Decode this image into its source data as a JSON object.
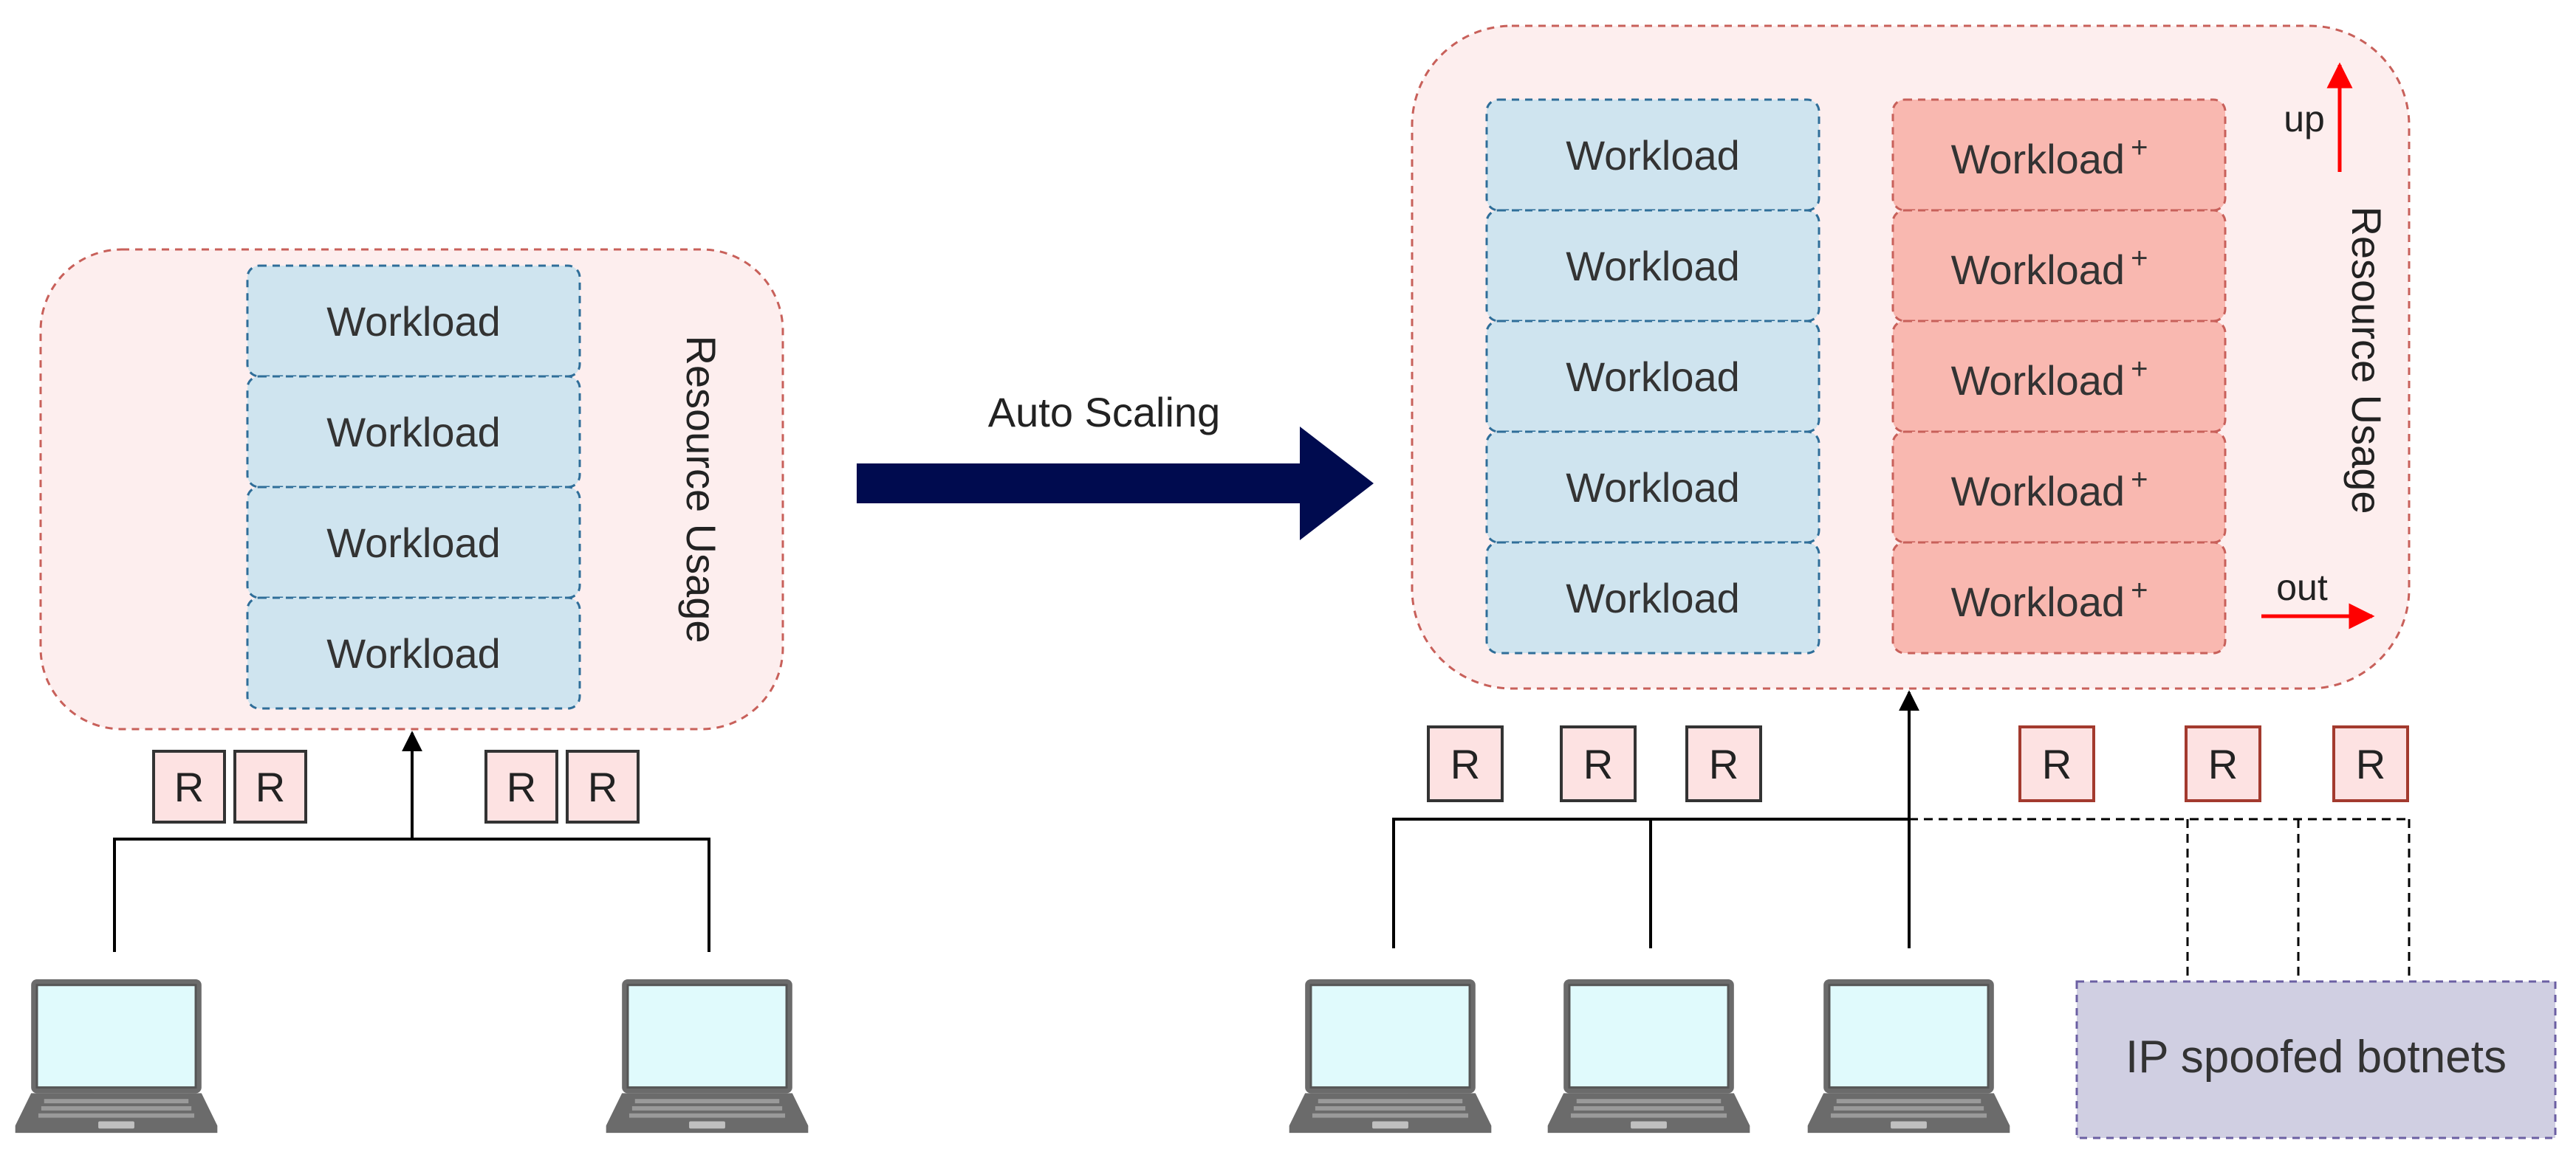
{
  "left_group": {
    "resource_label": "Resource Usage",
    "workloads": [
      "Workload",
      "Workload",
      "Workload",
      "Workload"
    ],
    "requests": [
      "R",
      "R",
      "R",
      "R"
    ]
  },
  "transition": {
    "label": "Auto Scaling"
  },
  "right_group": {
    "resource_label": "Resource Usage",
    "workloads": [
      "Workload",
      "Workload",
      "Workload",
      "Workload",
      "Workload"
    ],
    "extra_workloads": [
      "Workload",
      "Workload",
      "Workload",
      "Workload",
      "Workload"
    ],
    "extra_marker": "+",
    "scale_up_label": "up",
    "scale_out_label": "out",
    "legit_requests": [
      "R",
      "R",
      "R"
    ],
    "attack_requests": [
      "R",
      "R",
      "R"
    ]
  },
  "botnet": {
    "label": "IP spoofed botnets"
  },
  "colors": {
    "group_fill": "#fdeeee",
    "group_border": "#c8605a",
    "workload_fill": "#cfe4ef",
    "workload_border": "#2f6e99",
    "extra_fill": "#f9b8b0",
    "extra_border": "#c8605a",
    "request_fill": "#fde2e2",
    "attack_border": "#a33a2e",
    "arrow_dark": "#000b4f",
    "scale_arrow": "#ff0000",
    "botnet_fill": "#d0cfe2",
    "botnet_border": "#6b5fa3",
    "laptop_screen": "#e0fafc",
    "laptop_body": "#6b6b6b"
  },
  "icons": {
    "client": "laptop-icon"
  }
}
